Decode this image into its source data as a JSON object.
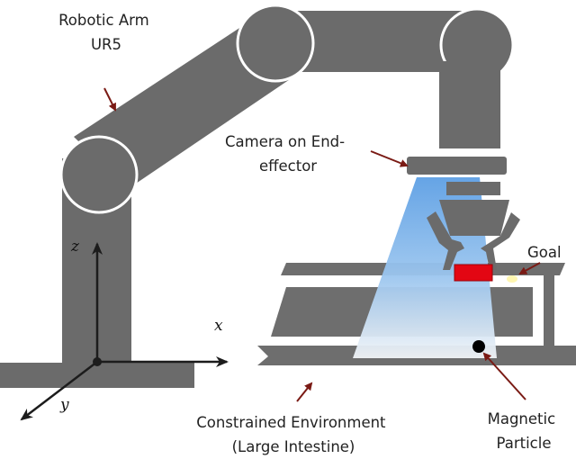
{
  "labels": {
    "arm_line1": "Robotic Arm",
    "arm_line2": "UR5",
    "camera_line1": "Camera on End-",
    "camera_line2": "effector",
    "goal": "Goal",
    "env_line1": "Constrained Environment",
    "env_line2": "(Large Intestine)",
    "particle_line1": "Magnetic",
    "particle_line2": "Particle"
  },
  "axes": {
    "x": "x",
    "y": "y",
    "z": "z"
  },
  "colors": {
    "arm": "#6b6b6b",
    "joint_outline": "#ffffff",
    "environment": "#6e6e6e",
    "arrow": "#7a1a14",
    "axis": "#1c1c1c",
    "goal_marker": "#e30613",
    "goal_point": "#fff6b0",
    "particle": "#000000",
    "camera_fov_top": "#6aa8e6",
    "camera_fov_bottom": "#eef3f8"
  }
}
